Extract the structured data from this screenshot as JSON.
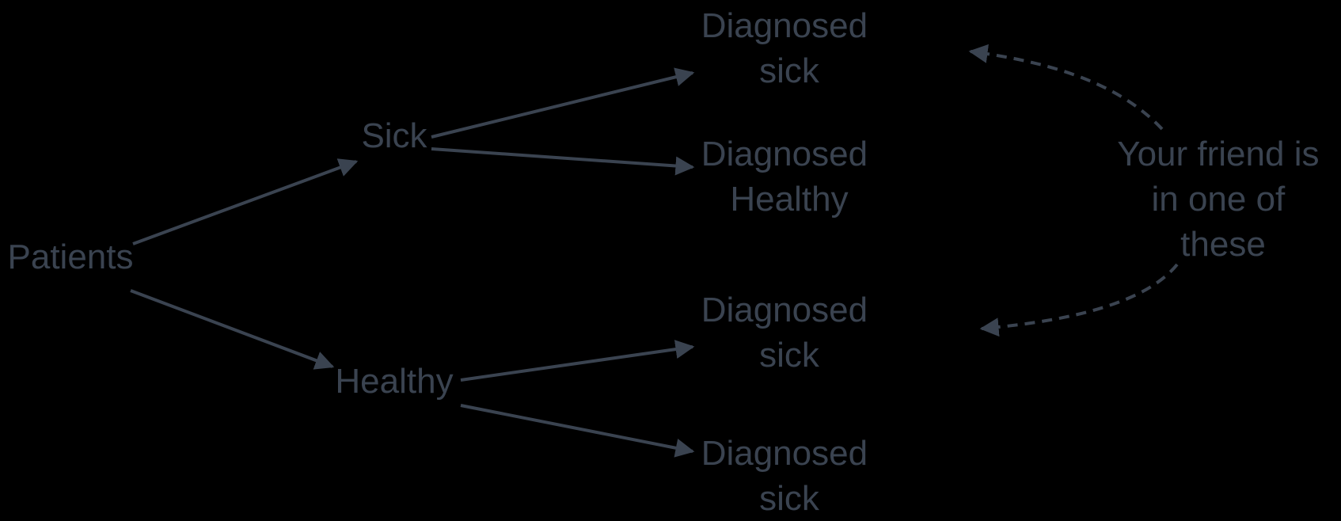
{
  "colors": {
    "background": "#000000",
    "ink": "#3a4350"
  },
  "nodes": {
    "patients": "Patients",
    "sick": "Sick",
    "healthy": "Healthy",
    "outcome_1": {
      "line1": "Diagnosed",
      "line2": "sick"
    },
    "outcome_2": {
      "line1": "Diagnosed",
      "line2": "Healthy"
    },
    "outcome_3": {
      "line1": "Diagnosed",
      "line2": "sick"
    },
    "outcome_4": {
      "line1": "Diagnosed",
      "line2": "sick"
    }
  },
  "annotation": {
    "line1": "Your friend is",
    "line2": "in one of",
    "line3": "these"
  }
}
